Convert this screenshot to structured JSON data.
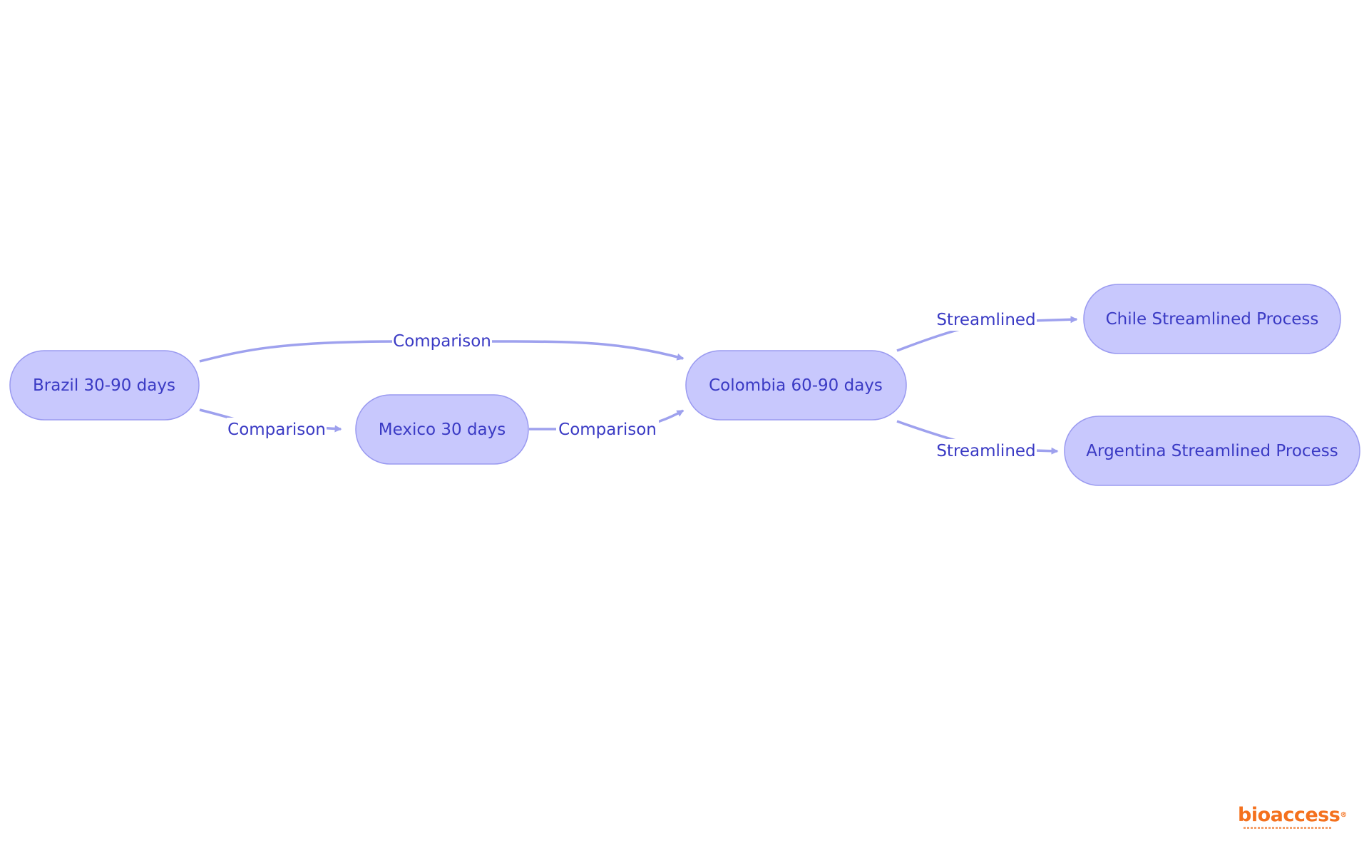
{
  "nodes": {
    "brazil": "Brazil 30-90 days",
    "mexico": "Mexico 30 days",
    "colombia": "Colombia 60-90 days",
    "chile": "Chile Streamlined Process",
    "argentina": "Argentina Streamlined Process"
  },
  "edges": {
    "brazil_colombia": "Comparison",
    "brazil_mexico": "Comparison",
    "mexico_colombia": "Comparison",
    "colombia_chile": "Streamlined",
    "colombia_argentina": "Streamlined"
  },
  "logo": {
    "wordmark": "bioaccess",
    "registered": "®"
  },
  "colors": {
    "node_fill": "#c8c8fd",
    "node_stroke": "#9a9af0",
    "edge": "#9ea1ee",
    "text": "#3a3ac4",
    "logo": "#f4711e"
  }
}
